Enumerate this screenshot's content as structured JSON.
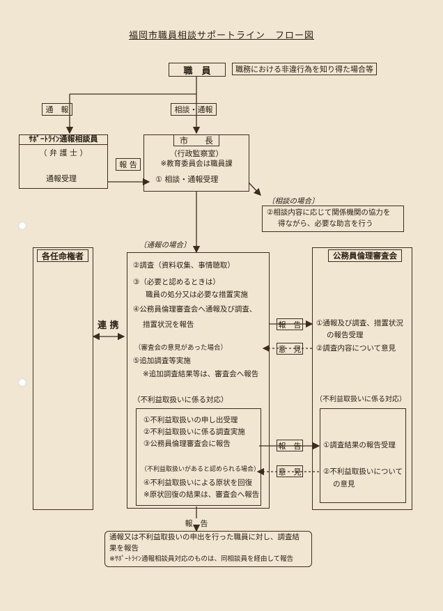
{
  "title": "福岡市職員相談サポートライン　フロー図",
  "nodes": {
    "employee": {
      "label": "職　員",
      "note": "職務における非違行為を知り得た場合等"
    },
    "report_label": "通　報",
    "consult_label": "相談・通報",
    "support_line": {
      "title": "ｻﾎﾟｰﾄﾗｲﾝ通報相談員",
      "sub": "（ 弁 護 士 ）",
      "action": "通報受理"
    },
    "mayor": {
      "title": "市　　長",
      "sub": "（行政監察室）",
      "note": "※教育委員会は職員課",
      "step1": "① 相談・通報受理"
    },
    "report_mid": "報 告",
    "consult_case": {
      "head": "〔相談の場合〕",
      "line1": "②相談内容に応じて関係機関の協力を",
      "line2": "得ながら、必要な助言を行う"
    },
    "authority": {
      "title": "各任命権者"
    },
    "renkei": "連 携",
    "ethics": {
      "title": "公務員倫理審査会"
    },
    "report_case": {
      "head": "〔通報の場合〕",
      "l1": "②調査（資料収集、事情聴取）",
      "l2": "③（必要と認めるときは）",
      "l3": "職員の処分又は必要な措置実施",
      "l4": "④公務員倫理審査会へ通報及び調査、",
      "l5": "措置状況を報告",
      "l6": "（審査会の意見があった場合）",
      "l7": "⑤追加調査等実施",
      "l8": "※追加調査結果等は、審査会へ報告"
    },
    "ethics_side": {
      "l1": "①通報及び調査、措置状況",
      "l2": "の報告受理",
      "l3": "②調査内容について意見"
    },
    "arrow_report": "報　告",
    "arrow_opinion": "意　見",
    "disadv_left": {
      "head": "（不利益取扱いに係る対応）",
      "l1": "①不利益取扱いの申し出受理",
      "l2": "②不利益取扱いに係る調査実施",
      "l3": "③公務員倫理審査会に報告",
      "l4": "（不利益取扱いがあると認められる場合）",
      "l5": "④不利益取扱いによる原状を回復",
      "l6": "※原状回復の結果は、審査会へ報告"
    },
    "disadv_right": {
      "head": "（不利益取扱いに係る対応）",
      "l1": "①調査結果の報告受理",
      "l2": "②不利益取扱いについて",
      "l3": "の意見"
    },
    "arrow_report2": "報　告",
    "arrow_opinion2": "意　見",
    "bottom_report": "報　告",
    "bottom": {
      "l1": "通報又は不利益取扱いの申出を行った職員に対し、調査結",
      "l2": "果を報告",
      "l3": "※ｻﾎﾟｰﾄﾗｲﾝ通報相談員対応のものは、同相談員を経由して報告"
    }
  }
}
